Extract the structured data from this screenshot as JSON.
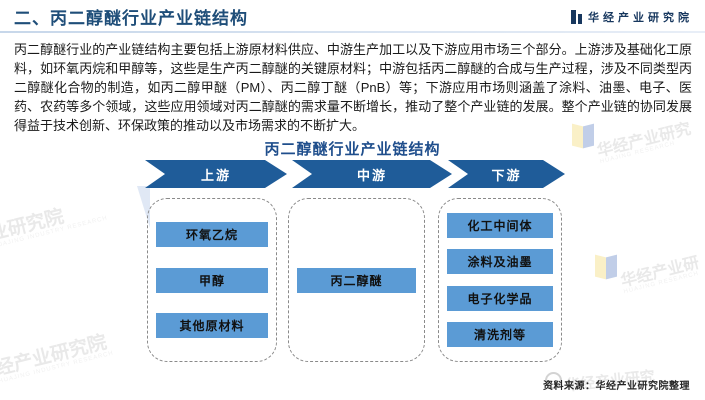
{
  "header": {
    "title": "二、丙二醇醚行业产业链结构",
    "logo_text": "华经产业研究院"
  },
  "paragraph": "丙二醇醚行业的产业链结构主要包括上游原材料供应、中游生产加工以及下游应用市场三个部分。上游涉及基础化工原料，如环氧丙烷和甲醇等，这些是生产丙二醇醚的关键原材料；中游包括丙二醇醚的合成与生产过程，涉及不同类型丙二醇醚化合物的制造，如丙二醇甲醚（PM）、丙二醇丁醚（PnB）等；下游应用市场则涵盖了涂料、油墨、电子、医药、农药等多个领域，这些应用领域对丙二醇醚的需求量不断增长，推动了整个产业链的发展。整个产业链的协同发展得益于技术创新、环保政策的推动以及市场需求的不断扩大。",
  "diagram": {
    "title": "丙二醇醚行业产业链结构",
    "stages": [
      {
        "label": "上游",
        "items": [
          "环氧乙烷",
          "甲醇",
          "其他原材料"
        ]
      },
      {
        "label": "中游",
        "items": [
          "丙二醇醚"
        ]
      },
      {
        "label": "下游",
        "items": [
          "化工中间体",
          "涂料及油墨",
          "电子化学品",
          "清洗剂等"
        ]
      }
    ]
  },
  "source": "资料来源：华经产业研究院整理",
  "watermarks": {
    "wm_left_mid": "业研究院",
    "wm_left_bottom": "经产业研究院",
    "wm_right_mid": "华经产业研究",
    "wm_right_lower": "华经产业研",
    "wm_bottom_right": "华经产业研究"
  },
  "colors": {
    "title_blue": "#1F4E79",
    "diagram_title_blue": "#1F4E8C",
    "arrow_blue": "#1F5C99",
    "node_blue": "#5B9BD5",
    "dashed_border": "#8A8A8A"
  }
}
